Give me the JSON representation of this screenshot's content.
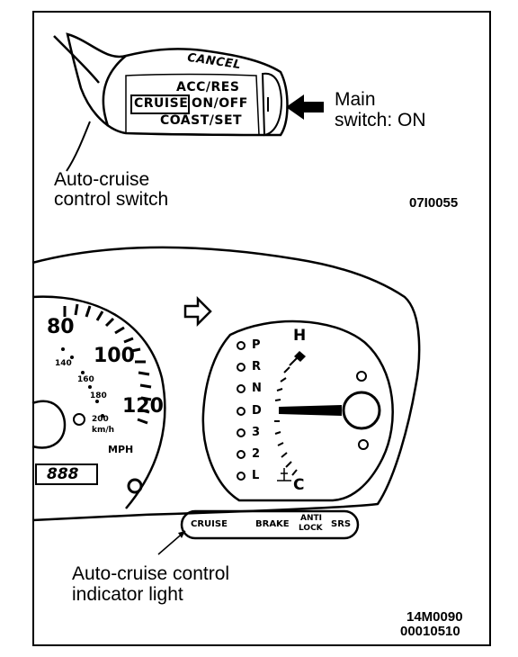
{
  "figure": {
    "switch": {
      "cancel": "CANCEL",
      "acc_res": "ACC/RES",
      "cruise": "CRUISE",
      "on_off": "ON/OFF",
      "coast_set": "COAST/SET"
    },
    "callouts": {
      "main_switch_line1": "Main",
      "main_switch_line2": "switch: ON",
      "switch_label_line1": "Auto-cruise",
      "switch_label_line2": "control switch",
      "code_top": "07I0055",
      "indicator_line1": "Auto-cruise control",
      "indicator_line2": "indicator light",
      "code_bottom1": "14M0090",
      "code_bottom2": "00010510"
    },
    "speedometer": {
      "tick_80": "80",
      "tick_100": "100",
      "tick_120": "120",
      "tick_140": "140",
      "tick_160": "160",
      "tick_180": "180",
      "tick_200": "200",
      "kmh": "km/h",
      "mph": "MPH",
      "odometer": "888"
    },
    "gauge": {
      "hot": "H",
      "cold": "C",
      "gears": [
        "P",
        "R",
        "N",
        "D",
        "3",
        "2",
        "L"
      ]
    },
    "warning_strip": {
      "cruise": "CRUISE",
      "brake": "BRAKE",
      "anti": "ANTI",
      "lock": "LOCK",
      "srs": "SRS"
    }
  }
}
